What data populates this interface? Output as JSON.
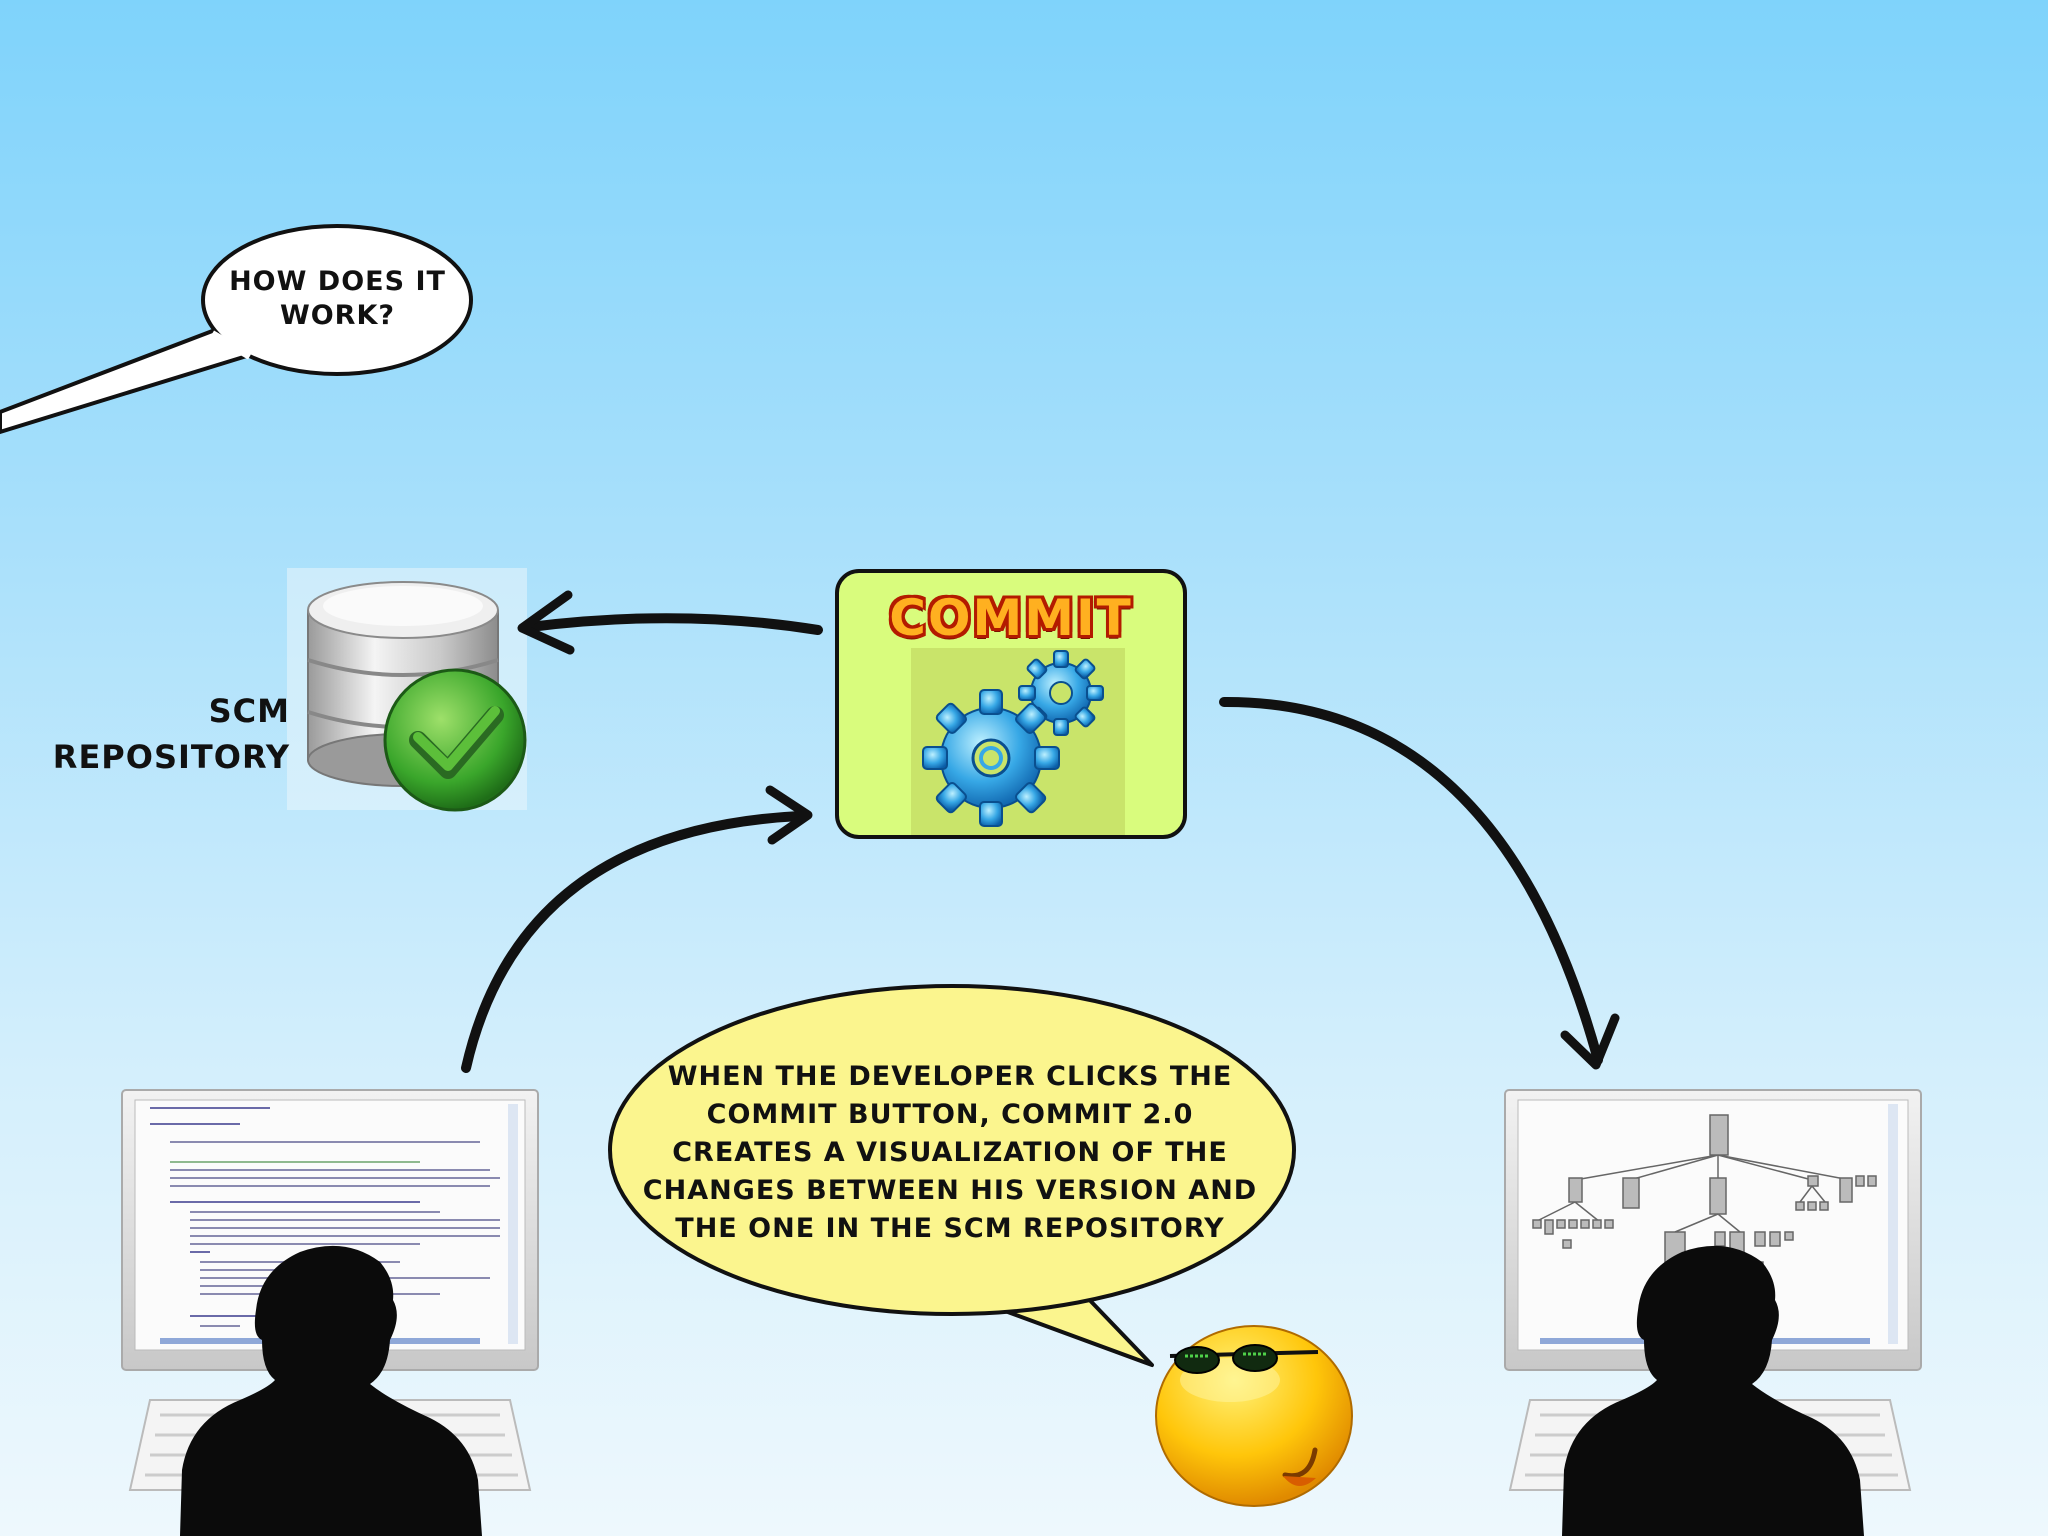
{
  "question_bubble": {
    "text_line1": "How does it",
    "text_line2": "work?"
  },
  "repository": {
    "label_line1": "SCM",
    "label_line2": "Repository"
  },
  "commit_tool": {
    "title": "COMMIT 2.0"
  },
  "explanation_bubble": {
    "lines": [
      "When the developer clicks the",
      "commit button, Commit 2.0",
      "creates a visualization of the",
      "changes between his version and",
      "the one in the SCM repository"
    ]
  },
  "colors": {
    "sky_top": "#7fd3fb",
    "commit_box": "#d9fc7d",
    "explanation_bubble": "#fbf58e",
    "checkmark_green": "#3aa62b"
  },
  "icons": [
    "database-check-icon",
    "gears-icon",
    "smiley-sunglasses-icon",
    "person-silhouette-icon",
    "computer-monitor-icon",
    "keyboard-icon"
  ]
}
